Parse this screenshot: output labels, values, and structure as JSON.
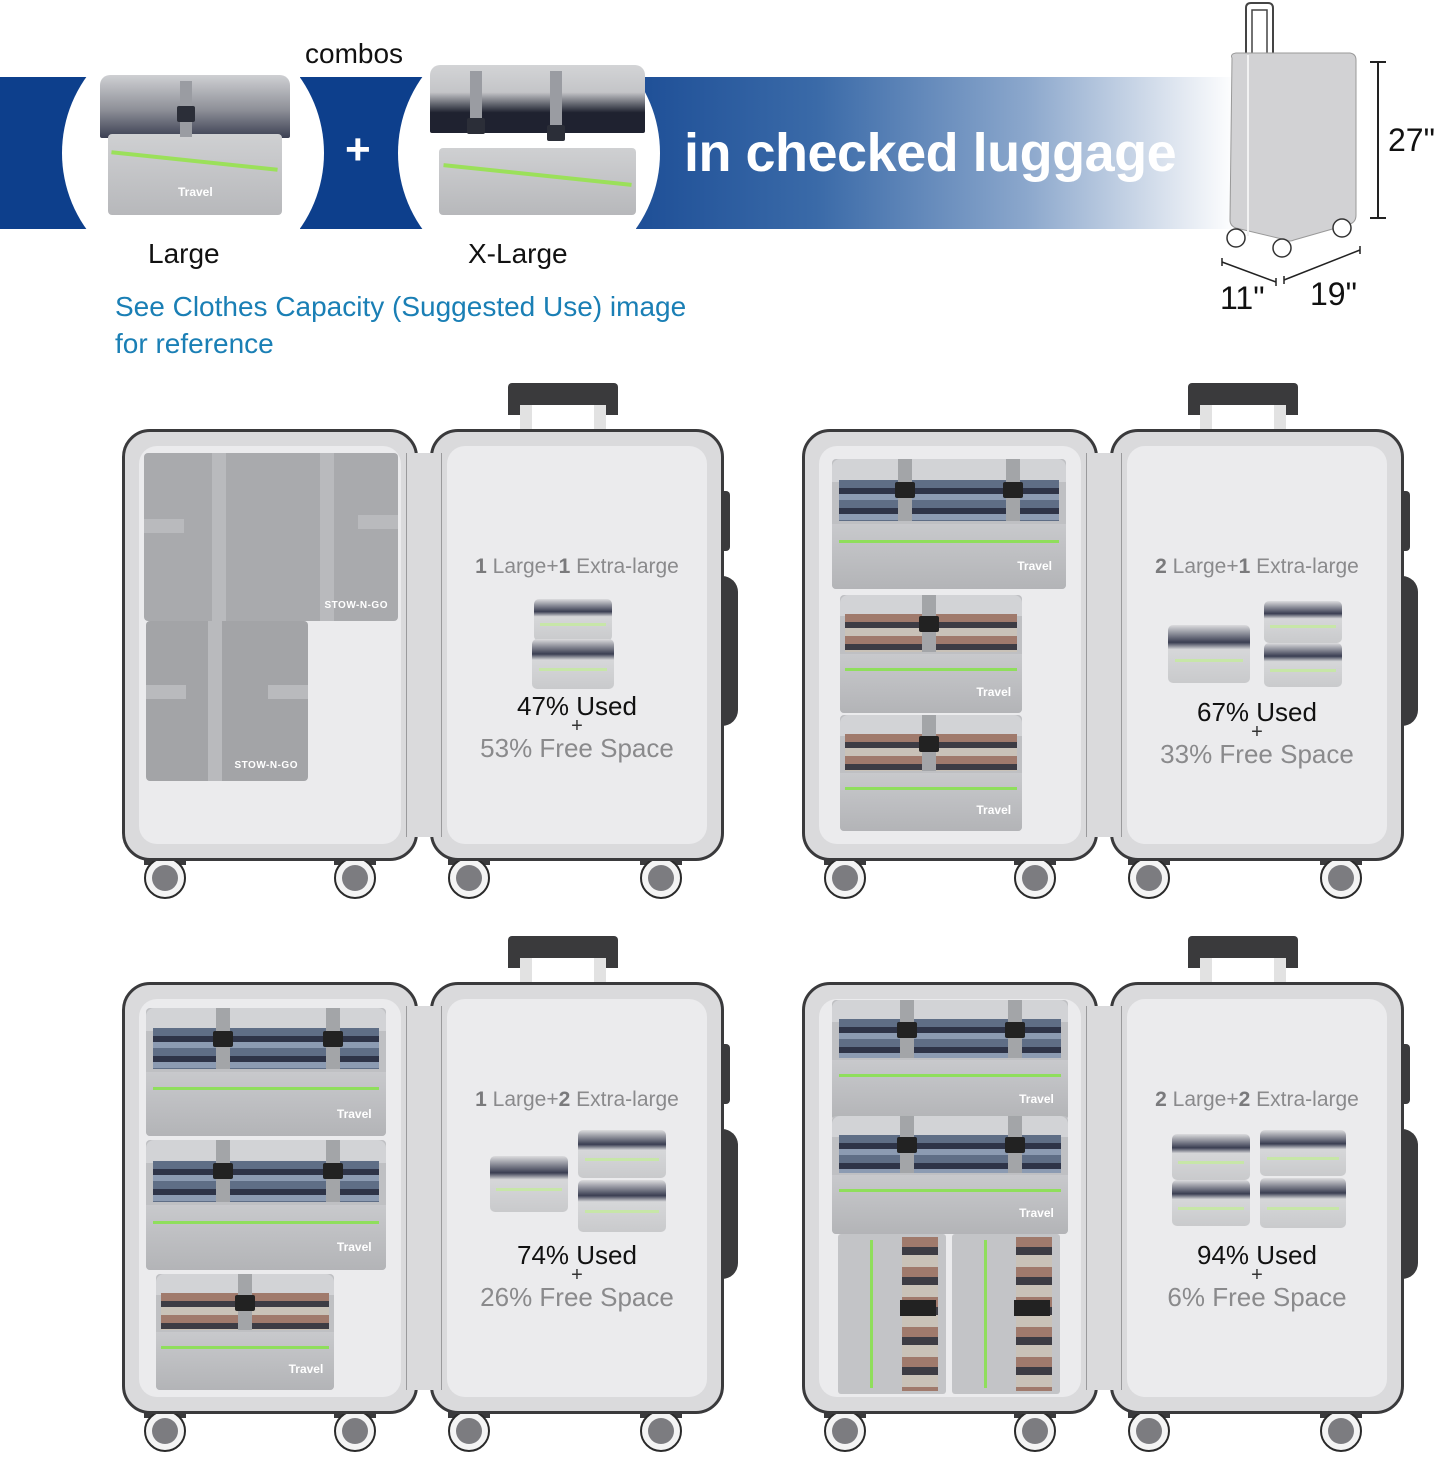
{
  "header": {
    "combos_label": "combos",
    "plus_symbol": "+",
    "band_title": "in checked luggage",
    "products": [
      {
        "name": "Large",
        "bag_label": "Travel"
      },
      {
        "name": "X-Large",
        "bag_label": ""
      }
    ],
    "reference_text_line1": "See Clothes Capacity (Suggested Use) image",
    "reference_text_line2": "for reference",
    "colors": {
      "band": "#0d3f8c",
      "reference_link": "#1a7fb5",
      "zipper": "#9be05a"
    }
  },
  "luggage_dimensions": {
    "height": "27\"",
    "depth": "11\"",
    "width": "19\""
  },
  "cases": [
    {
      "combo_count_large": "1",
      "combo_large_label": " Large+",
      "combo_count_xlarge": "1",
      "combo_xlarge_label": " Extra-large",
      "used": "47% Used",
      "plus": "+",
      "free": "53% Free Space",
      "left_contents": "folded flat cubes",
      "cube_logo": "STOW-N-GO"
    },
    {
      "combo_count_large": "2",
      "combo_large_label": " Large+",
      "combo_count_xlarge": "1",
      "combo_xlarge_label": " Extra-large",
      "used": "67% Used",
      "plus": "+",
      "free": "33% Free Space",
      "cube_logo": "Travel"
    },
    {
      "combo_count_large": "1",
      "combo_large_label": " Large+",
      "combo_count_xlarge": "2",
      "combo_xlarge_label": " Extra-large",
      "used": "74% Used",
      "plus": "+",
      "free": "26% Free Space",
      "cube_logo": "Travel"
    },
    {
      "combo_count_large": "2",
      "combo_large_label": " Large+",
      "combo_count_xlarge": "2",
      "combo_xlarge_label": " Extra-large",
      "used": "94% Used",
      "plus": "+",
      "free": "6% Free Space",
      "cube_logo": "Travel"
    }
  ]
}
